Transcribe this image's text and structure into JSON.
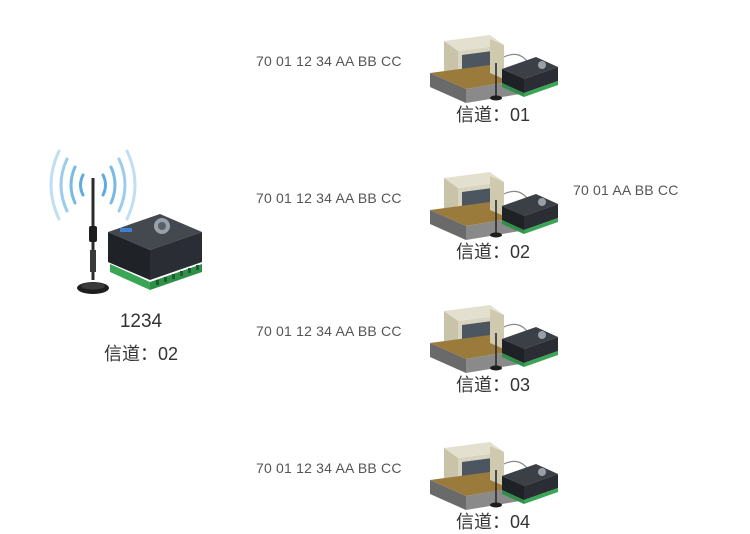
{
  "main_node": {
    "address": "1234",
    "channel_label": "信道：02"
  },
  "receivers": [
    {
      "tx_data": "70 01 12 34 AA BB CC",
      "channel_label": "信道：01",
      "rx_data": ""
    },
    {
      "tx_data": "70 01 12 34 AA BB CC",
      "channel_label": "信道：02",
      "rx_data": "70 01 AA BB CC"
    },
    {
      "tx_data": "70 01 12 34 AA BB CC",
      "channel_label": "信道：03",
      "rx_data": ""
    },
    {
      "tx_data": "70 01 12 34 AA BB CC",
      "channel_label": "信道：04",
      "rx_data": ""
    }
  ],
  "colors": {
    "signal_wave": "#4aa3df",
    "device_body": "#2a2d33",
    "terminal_green": "#3aa655",
    "pc_beige": "#d9d4bf",
    "text": "#333333",
    "hex_text": "#555555"
  }
}
